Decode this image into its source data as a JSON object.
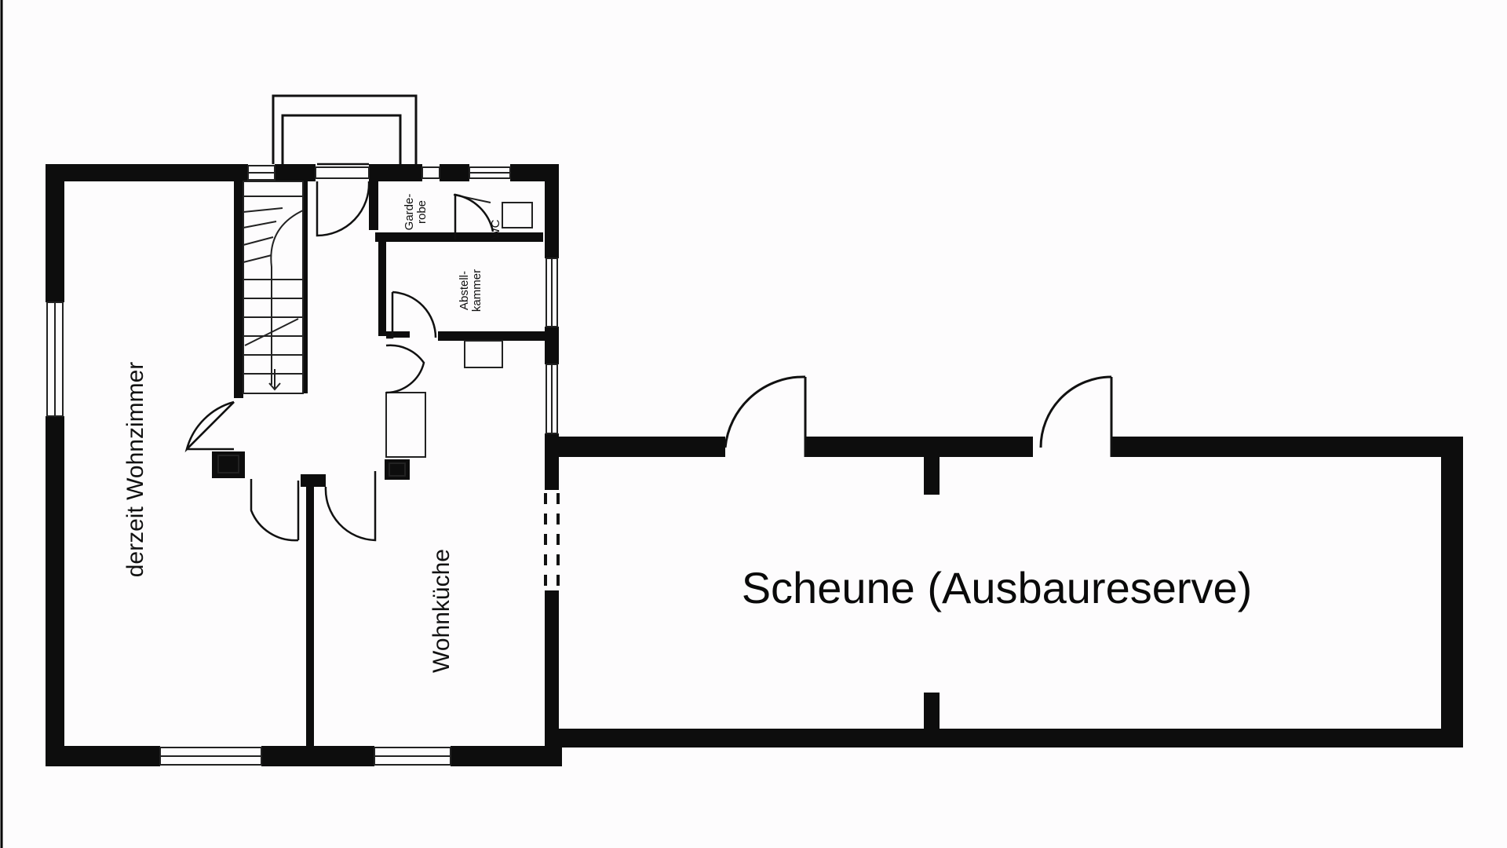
{
  "title": "",
  "colors": {
    "wall": "#0d0d0d",
    "background": "#fdfcfd",
    "thin_line": "#222222"
  },
  "rooms": {
    "living_room": "derzeit Wohnzimmer",
    "kitchen": "Wohnküche",
    "wardrobe_line1": "Garde-",
    "wardrobe_line2": "robe",
    "wc": "WC",
    "storage_line1": "Abstell-",
    "storage_line2": "kammer",
    "barn": "Scheune (Ausbaureserve)"
  }
}
